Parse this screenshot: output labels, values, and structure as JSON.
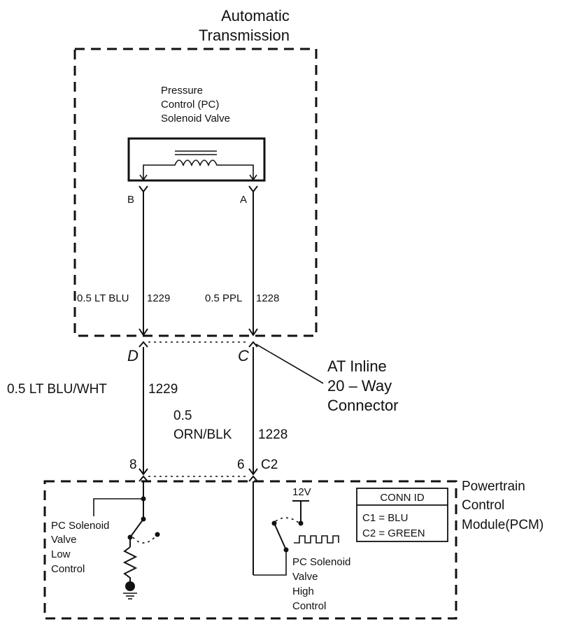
{
  "transmission": {
    "title_line1": "Automatic",
    "title_line2": "Transmission",
    "solenoid": {
      "line1": "Pressure",
      "line2": "Control (PC)",
      "line3": "Solenoid Valve",
      "pin_b": "B",
      "pin_a": "A"
    },
    "wire_left_gauge": "0.5 LT BLU",
    "wire_left_circuit": "1229",
    "wire_right_gauge": "0.5 PPL",
    "wire_right_circuit": "1228"
  },
  "inline_connector": {
    "pin_d": "D",
    "pin_c": "C",
    "label_line1": "AT Inline",
    "label_line2": "20 – Way",
    "label_line3": "Connector",
    "wire_left_gauge": "0.5 LT BLU/WHT",
    "wire_left_circuit": "1229",
    "wire_right_gauge_line1": "0.5",
    "wire_right_gauge_line2": "ORN/BLK",
    "wire_right_circuit": "1228"
  },
  "pcm": {
    "title_line1": "Powertrain",
    "title_line2": "Control",
    "title_line3": "Module(PCM)",
    "pin_8": "8",
    "pin_6": "6",
    "connector_id": "C2",
    "supply": "12V",
    "low_control_line1": "PC Solenoid",
    "low_control_line2": "Valve",
    "low_control_line3": "Low",
    "low_control_line4": "Control",
    "high_control_line1": "PC Solenoid",
    "high_control_line2": "Valve",
    "high_control_line3": "High",
    "high_control_line4": "Control",
    "conn_table": {
      "header": "CONN ID",
      "row1": "C1 = BLU",
      "row2": "C2 = GREEN"
    }
  }
}
